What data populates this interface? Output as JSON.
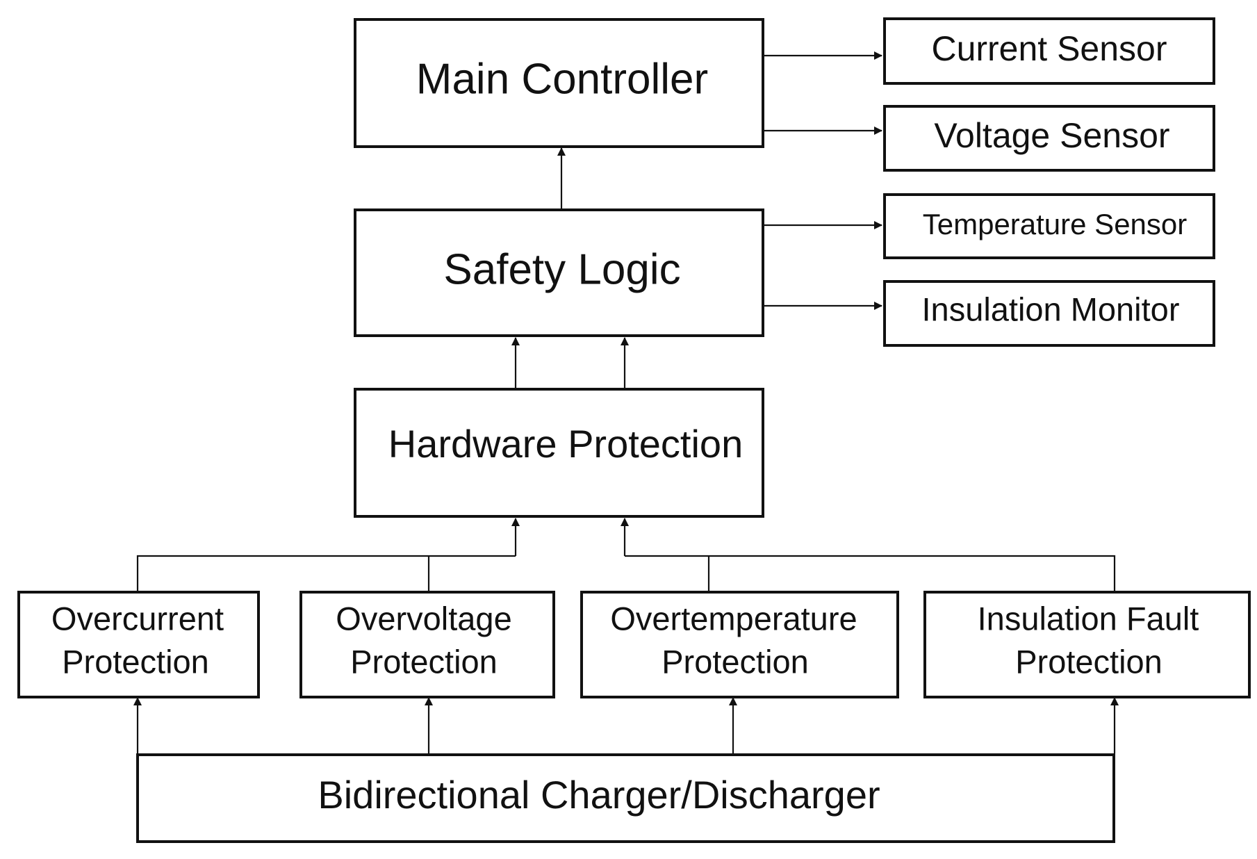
{
  "diagram": {
    "nodes": {
      "main_controller": "Main Controller",
      "safety_logic": "Safety Logic",
      "hardware_protection": "Hardware Protection",
      "current_sensor": "Current Sensor",
      "voltage_sensor": "Voltage Sensor",
      "temperature_sensor": "Temperature Sensor",
      "insulation_monitor": "Insulation Monitor",
      "overcurrent_protection": [
        "Overcurrent",
        "Protection"
      ],
      "overvoltage_protection": [
        "Overvoltage",
        "Protection"
      ],
      "overtemperature_protection": [
        "Overtemperature",
        "Protection"
      ],
      "insulation_fault_protection": [
        "Insulation Fault",
        "Protection"
      ],
      "bidirectional_charger": "Bidirectional Charger/Discharger"
    },
    "edges": [
      {
        "from": "main_controller",
        "to": "current_sensor"
      },
      {
        "from": "main_controller",
        "to": "voltage_sensor"
      },
      {
        "from": "safety_logic",
        "to": "temperature_sensor"
      },
      {
        "from": "safety_logic",
        "to": "insulation_monitor"
      },
      {
        "from": "safety_logic",
        "to": "main_controller"
      },
      {
        "from": "hardware_protection",
        "to": "safety_logic"
      },
      {
        "from": "hardware_protection",
        "to": "safety_logic"
      },
      {
        "from": "overcurrent_protection",
        "to": "hardware_protection"
      },
      {
        "from": "overvoltage_protection",
        "to": "hardware_protection"
      },
      {
        "from": "overtemperature_protection",
        "to": "hardware_protection"
      },
      {
        "from": "insulation_fault_protection",
        "to": "hardware_protection"
      },
      {
        "from": "bidirectional_charger",
        "to": "overcurrent_protection"
      },
      {
        "from": "bidirectional_charger",
        "to": "overvoltage_protection"
      },
      {
        "from": "bidirectional_charger",
        "to": "overtemperature_protection"
      },
      {
        "from": "bidirectional_charger",
        "to": "insulation_fault_protection"
      }
    ]
  }
}
